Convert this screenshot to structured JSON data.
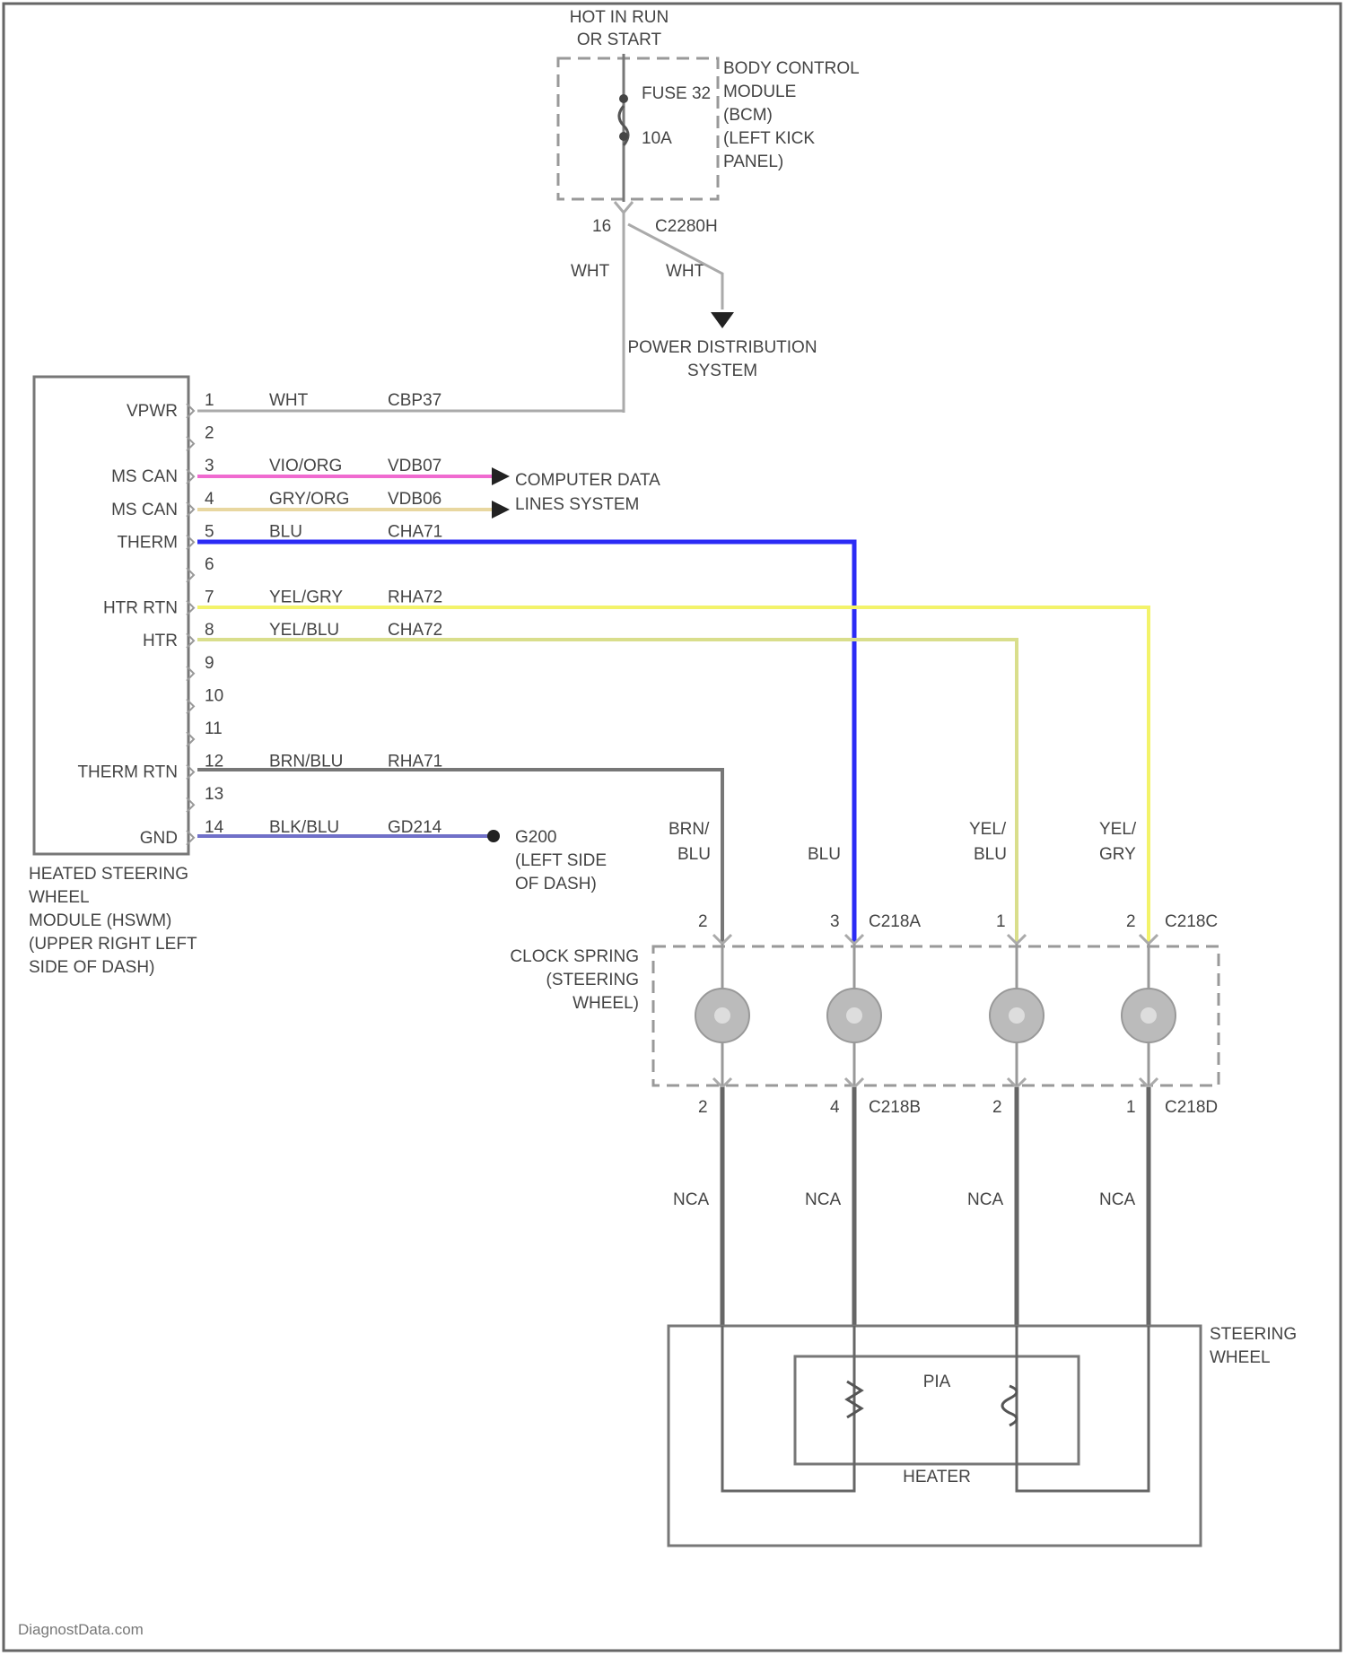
{
  "fuse": {
    "hot_in_run": [
      "HOT IN RUN",
      "OR START"
    ],
    "module_label": [
      "BODY CONTROL",
      "MODULE",
      "(BCM)",
      "(LEFT KICK",
      "PANEL)"
    ],
    "fuse_name": "FUSE 32",
    "fuse_rating": "10A",
    "connector_pin": "16",
    "connector": "C2280H",
    "wire_color_left": "WHT",
    "wire_color_right": "WHT",
    "power_dist": [
      "POWER DISTRIBUTION",
      "SYSTEM"
    ]
  },
  "module": {
    "name_lines": [
      "HEATED STEERING",
      "WHEEL",
      "MODULE (HSWM)",
      "(UPPER RIGHT LEFT",
      "SIDE OF DASH)"
    ],
    "pins": [
      {
        "num": "1",
        "label": "VPWR",
        "color": "WHT",
        "circuit": "CBP37"
      },
      {
        "num": "2",
        "label": "",
        "color": "",
        "circuit": ""
      },
      {
        "num": "3",
        "label": "MS CAN",
        "color": "VIO/ORG",
        "circuit": "VDB07"
      },
      {
        "num": "4",
        "label": "MS CAN",
        "color": "GRY/ORG",
        "circuit": "VDB06"
      },
      {
        "num": "5",
        "label": "THERM",
        "color": "BLU",
        "circuit": "CHA71"
      },
      {
        "num": "6",
        "label": "",
        "color": "",
        "circuit": ""
      },
      {
        "num": "7",
        "label": "HTR RTN",
        "color": "YEL/GRY",
        "circuit": "RHA72"
      },
      {
        "num": "8",
        "label": "HTR",
        "color": "YEL/BLU",
        "circuit": "CHA72"
      },
      {
        "num": "9",
        "label": "",
        "color": "",
        "circuit": ""
      },
      {
        "num": "10",
        "label": "",
        "color": "",
        "circuit": ""
      },
      {
        "num": "11",
        "label": "",
        "color": "",
        "circuit": ""
      },
      {
        "num": "12",
        "label": "THERM RTN",
        "color": "BRN/BLU",
        "circuit": "RHA71"
      },
      {
        "num": "13",
        "label": "",
        "color": "",
        "circuit": ""
      },
      {
        "num": "14",
        "label": "GND",
        "color": "BLK/BLU",
        "circuit": "GD214"
      }
    ]
  },
  "data_lines": [
    "COMPUTER DATA",
    "LINES SYSTEM"
  ],
  "ground": [
    "G200",
    "(LEFT SIDE",
    "OF DASH)"
  ],
  "clockspring": {
    "label": [
      "CLOCK SPRING",
      "(STEERING",
      "WHEEL)"
    ],
    "top_wire_colors": [
      [
        "BRN/",
        "BLU"
      ],
      [
        "BLU"
      ],
      [
        "YEL/",
        "BLU"
      ],
      [
        "YEL/",
        "GRY"
      ]
    ],
    "top_pins": [
      "2",
      "3",
      "1",
      "2"
    ],
    "top_connectors": [
      "C218A",
      "C218C"
    ],
    "bottom_pins": [
      "2",
      "4",
      "2",
      "1"
    ],
    "bottom_connectors": [
      "C218B",
      "C218D"
    ],
    "nca_labels": [
      "NCA",
      "NCA",
      "NCA",
      "NCA"
    ]
  },
  "steering_wheel": {
    "label": [
      "STEERING",
      "WHEEL"
    ],
    "pia": "PIA",
    "heater": "HEATER"
  },
  "watermark": "DiagnostData.com",
  "colors": {
    "pink": "#f06ad0",
    "tan": "#e8d7a0",
    "blue": "#2b2bf5",
    "yellow": "#f3f36a",
    "yellow_green": "#d9de8c",
    "gray_wire": "#777777",
    "ground_wire": "#7070c8"
  }
}
